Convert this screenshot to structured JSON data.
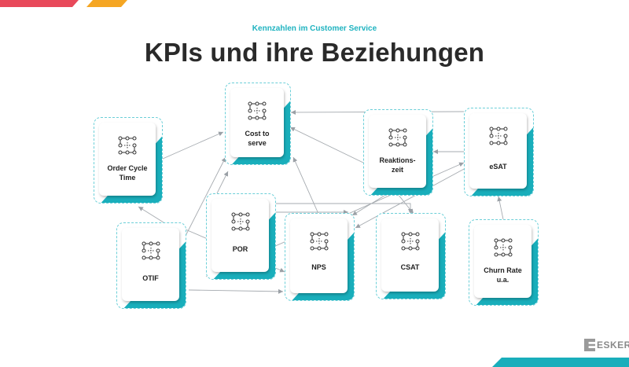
{
  "header": {
    "subtitle": "Kennzahlen im Customer Service",
    "title": "KPIs und ihre Beziehungen"
  },
  "nodes": {
    "order_cycle_time": {
      "label": "Order Cycle\nTime"
    },
    "cost_to_serve": {
      "label": "Cost to\nserve"
    },
    "reaktionszeit": {
      "label": "Reaktions-\nzeit"
    },
    "esat": {
      "label": "eSAT"
    },
    "otif": {
      "label": "OTIF"
    },
    "por": {
      "label": "POR"
    },
    "nps": {
      "label": "NPS"
    },
    "csat": {
      "label": "CSAT"
    },
    "churn_rate": {
      "label": "Churn Rate\nu.a."
    }
  },
  "logo": {
    "text": "ESKER"
  },
  "colors": {
    "accent_teal": "#19aebb",
    "accent_red": "#e8495a",
    "accent_orange": "#f5a623",
    "text_dark": "#2a2a2a",
    "connector": "#9aa0a6"
  },
  "icons": {
    "node_icon": "network-nodes-icon"
  }
}
